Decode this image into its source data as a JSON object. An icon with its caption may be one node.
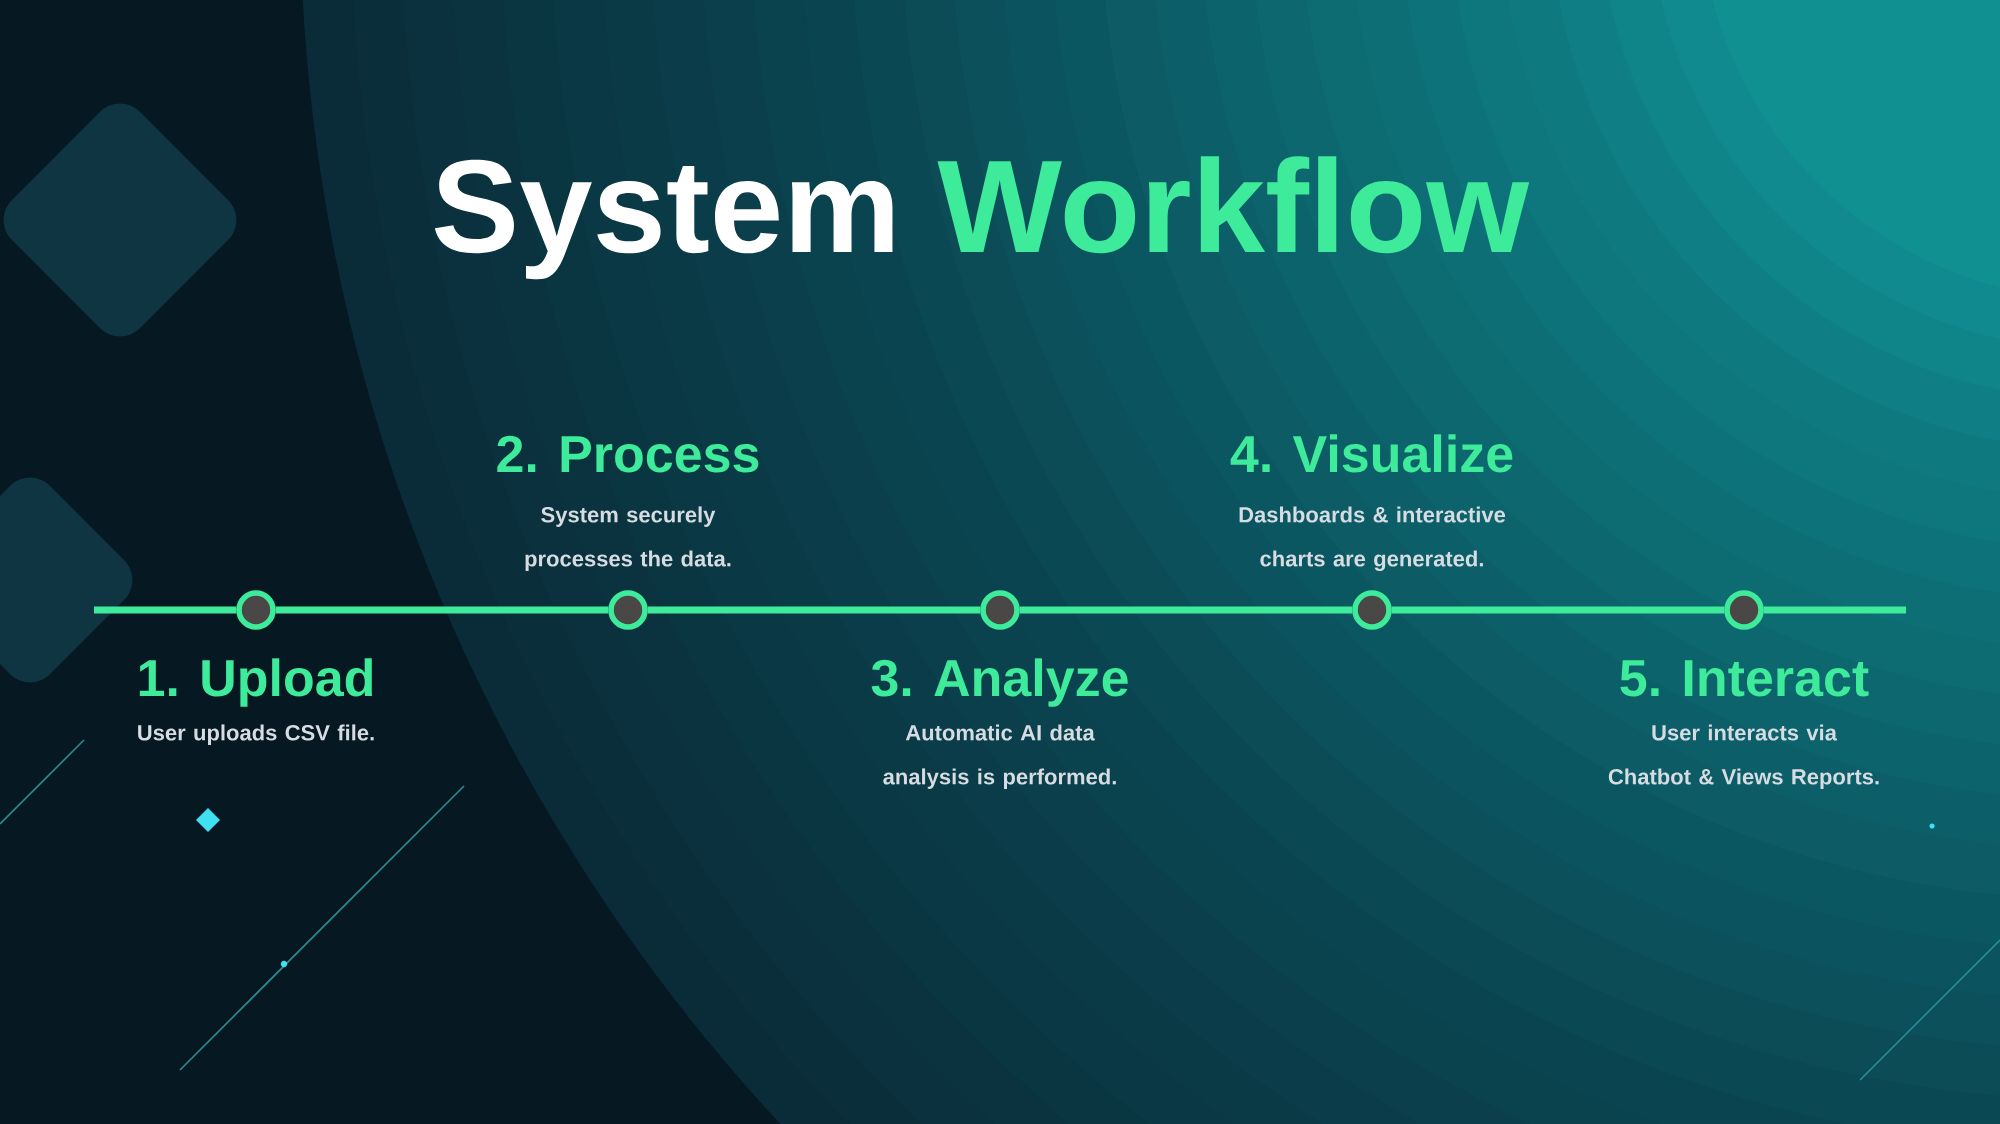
{
  "diagram": {
    "title": "System Workflow",
    "nodes": [
      {
        "text": [],
        "shape": "circle",
        "beside": [
          "1. Upload",
          "User uploads CSV file."
        ]
      },
      {
        "text": [],
        "shape": "circle",
        "beside": [
          "2. Process",
          "System securely processes the data."
        ]
      },
      {
        "text": [],
        "shape": "circle",
        "beside": [
          "3. Analyze",
          "Automatic AI data analysis is performed."
        ]
      },
      {
        "text": [],
        "shape": "circle",
        "beside": [
          "4. Visualize",
          "Dashboards & interactive charts are generated."
        ]
      },
      {
        "text": [],
        "shape": "circle",
        "beside": [
          "5. Interact",
          "User interacts via Chatbot & Views Reports."
        ]
      }
    ],
    "edges": [
      {
        "from": null,
        "to": 0,
        "arrow": "none"
      },
      {
        "from": 0,
        "to": 1,
        "arrow": "none"
      },
      {
        "from": 1,
        "to": 2,
        "arrow": "none"
      },
      {
        "from": 2,
        "to": 3,
        "arrow": "none"
      },
      {
        "from": 3,
        "to": 4,
        "arrow": "none"
      },
      {
        "from": 4,
        "to": null,
        "arrow": "none"
      }
    ]
  }
}
